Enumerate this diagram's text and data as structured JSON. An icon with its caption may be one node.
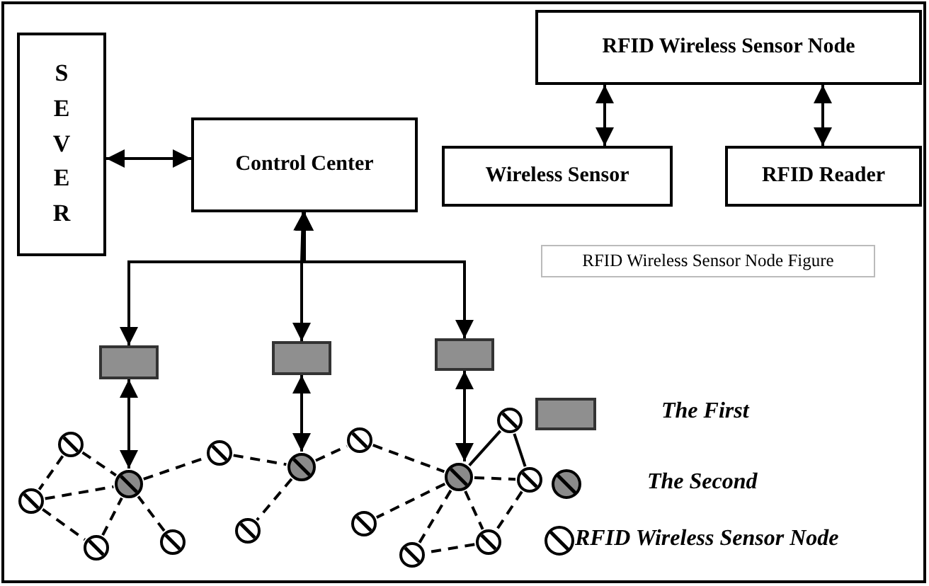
{
  "diagram": {
    "caption": "RFID Wireless Sensor Node Figure",
    "nodes": [
      {
        "text": [
          "SEVER"
        ]
      },
      {
        "text": [
          "Control Center"
        ]
      },
      {
        "text": [
          "RFID Wireless Sensor Node"
        ]
      },
      {
        "text": [
          "Wireless Sensor"
        ]
      },
      {
        "text": [
          "RFID Reader"
        ]
      },
      {
        "text": [],
        "shape": "box"
      },
      {
        "text": [],
        "shape": "box"
      },
      {
        "text": [],
        "shape": "box"
      },
      {
        "text": [],
        "shape": "circle"
      },
      {
        "text": [],
        "shape": "circle"
      },
      {
        "text": [],
        "shape": "circle"
      },
      {
        "text": [],
        "shape": "circle"
      },
      {
        "text": [],
        "shape": "circle"
      },
      {
        "text": [],
        "shape": "circle"
      },
      {
        "text": [],
        "shape": "circle"
      },
      {
        "text": [],
        "shape": "circle"
      },
      {
        "text": [],
        "shape": "circle"
      },
      {
        "text": [],
        "shape": "circle"
      },
      {
        "text": [],
        "shape": "circle"
      },
      {
        "text": [],
        "shape": "circle"
      },
      {
        "text": [],
        "shape": "circle"
      },
      {
        "text": [],
        "shape": "circle"
      },
      {
        "text": [],
        "shape": "circle"
      }
    ],
    "edges": [
      {
        "from": 0,
        "to": 1,
        "arrow": "both"
      },
      {
        "from": 2,
        "to": 3,
        "arrow": "both"
      },
      {
        "from": 2,
        "to": 4,
        "arrow": "both"
      },
      {
        "from": 1,
        "to": 5,
        "arrow": "both"
      },
      {
        "from": 1,
        "to": 6,
        "arrow": "both"
      },
      {
        "from": 1,
        "to": 7,
        "arrow": "both"
      },
      {
        "from": 5,
        "to": 8,
        "arrow": "both"
      },
      {
        "from": 6,
        "to": 9,
        "arrow": "both"
      },
      {
        "from": 7,
        "to": 10,
        "arrow": "both"
      },
      {
        "from": 11,
        "to": 8,
        "arrow": "none",
        "style": "dashed"
      },
      {
        "from": 12,
        "to": 8,
        "arrow": "none",
        "style": "dashed"
      },
      {
        "from": 13,
        "to": 8,
        "arrow": "none",
        "style": "dashed"
      },
      {
        "from": 14,
        "to": 8,
        "arrow": "none",
        "style": "dashed"
      },
      {
        "from": 8,
        "to": 15,
        "arrow": "none",
        "style": "dashed"
      },
      {
        "from": 11,
        "to": 12,
        "arrow": "none",
        "style": "dashed"
      },
      {
        "from": 12,
        "to": 13,
        "arrow": "none",
        "style": "dashed"
      },
      {
        "from": 15,
        "to": 9,
        "arrow": "none",
        "style": "dashed"
      },
      {
        "from": 9,
        "to": 16,
        "arrow": "none",
        "style": "dashed"
      },
      {
        "from": 9,
        "to": 17,
        "arrow": "none",
        "style": "dashed"
      },
      {
        "from": 17,
        "to": 10,
        "arrow": "none",
        "style": "dashed"
      },
      {
        "from": 10,
        "to": 18,
        "arrow": "none",
        "style": "dashed"
      },
      {
        "from": 10,
        "to": 19,
        "arrow": "none",
        "style": "dashed"
      },
      {
        "from": 10,
        "to": 20,
        "arrow": "none",
        "style": "dashed"
      },
      {
        "from": 10,
        "to": 22,
        "arrow": "none",
        "style": "dashed"
      },
      {
        "from": 10,
        "to": 21,
        "arrow": "none"
      },
      {
        "from": 21,
        "to": 22,
        "arrow": "none"
      },
      {
        "from": 22,
        "to": 20,
        "arrow": "none",
        "style": "dashed"
      },
      {
        "from": 20,
        "to": 19,
        "arrow": "none",
        "style": "dashed"
      }
    ],
    "legend": [
      {
        "text": "The First"
      },
      {
        "text": "The Second"
      },
      {
        "text": "RFID Wireless Sensor Node"
      }
    ]
  }
}
